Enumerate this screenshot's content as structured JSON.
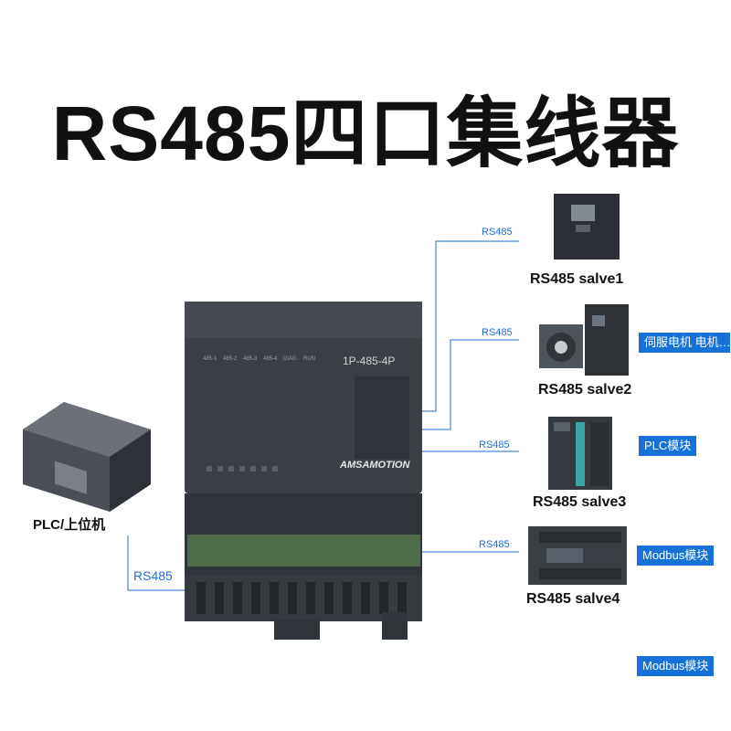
{
  "title": "RS485四口集线器",
  "hub": {
    "model": "1P-485-4P",
    "brand": "AMSAMOTION",
    "led_labels": [
      "485-1",
      "485-2",
      "485-3",
      "485-4",
      "DIAG",
      "RUN"
    ]
  },
  "master": {
    "label": "PLC/上位机",
    "link": "RS485"
  },
  "slaves": [
    {
      "label": "RS485 salve1",
      "link": "RS485",
      "tag": "",
      "icon": "inverter-icon"
    },
    {
      "label": "RS485 salve2",
      "link": "RS485",
      "tag": "伺服电机 电机…",
      "icon": "servo-motor-icon"
    },
    {
      "label": "RS485 salve3",
      "link": "RS485",
      "tag": "PLC模块",
      "icon": "plc-rack-icon"
    },
    {
      "label": "RS485 salve4",
      "link": "RS485",
      "tag": "Modbus模块",
      "icon": "modbus-module-icon"
    }
  ],
  "extra_tag": "Modbus模块",
  "colors": {
    "line": "#1e6fd6",
    "tag_bg": "#1672d8",
    "device_dark": "#3b4047"
  }
}
